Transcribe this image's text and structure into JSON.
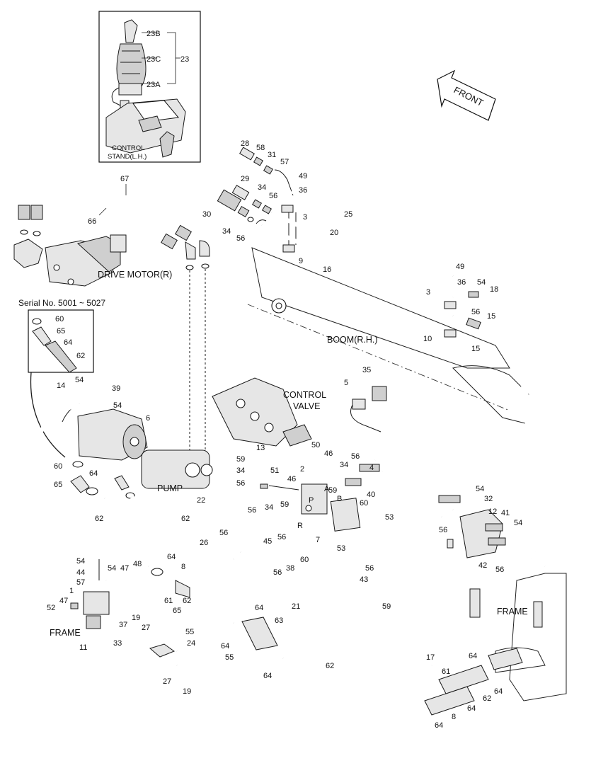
{
  "diagram": {
    "boxes": {
      "control_stand": "CONTROL\nSTAND(L.H.)",
      "serial": "Serial No. 5001 ~ 5027"
    },
    "front_arrow": "FRONT",
    "component_labels": {
      "drive_motor": "DRIVE MOTOR(R)",
      "boom": "BOOM(R.H.)",
      "control_valve": "CONTROL\nVALVE",
      "pump": "PUMP",
      "frame_right": "FRAME",
      "frame_left": "FRAME"
    },
    "callouts": [
      "23B",
      "23C",
      "23",
      "23A",
      "28",
      "58",
      "31",
      "57",
      "29",
      "34",
      "56",
      "30",
      "34",
      "56",
      "49",
      "36",
      "3",
      "25",
      "20",
      "16",
      "9",
      "67",
      "66",
      "49",
      "36",
      "54",
      "18",
      "3",
      "56",
      "15",
      "15",
      "10",
      "60",
      "65",
      "64",
      "62",
      "14",
      "54",
      "39",
      "54",
      "6",
      "60",
      "64",
      "65",
      "62",
      "62",
      "13",
      "59",
      "34",
      "56",
      "51",
      "50",
      "46",
      "2",
      "46",
      "34",
      "56",
      "4",
      "59",
      "P",
      "A",
      "B",
      "59",
      "60",
      "40",
      "53",
      "7",
      "53",
      "22",
      "56",
      "34",
      "R",
      "56",
      "45",
      "56",
      "26",
      "56",
      "38",
      "60",
      "5",
      "35",
      "54",
      "32",
      "12",
      "41",
      "54",
      "56",
      "42",
      "56",
      "54",
      "44",
      "57",
      "54",
      "47",
      "48",
      "8",
      "1",
      "47",
      "52",
      "19",
      "37",
      "11",
      "33",
      "64",
      "61",
      "62",
      "65",
      "27",
      "55",
      "24",
      "64",
      "55",
      "21",
      "63",
      "64",
      "64",
      "62",
      "56",
      "43",
      "59",
      "17",
      "61",
      "64",
      "64",
      "62",
      "64",
      "8",
      "64"
    ]
  }
}
